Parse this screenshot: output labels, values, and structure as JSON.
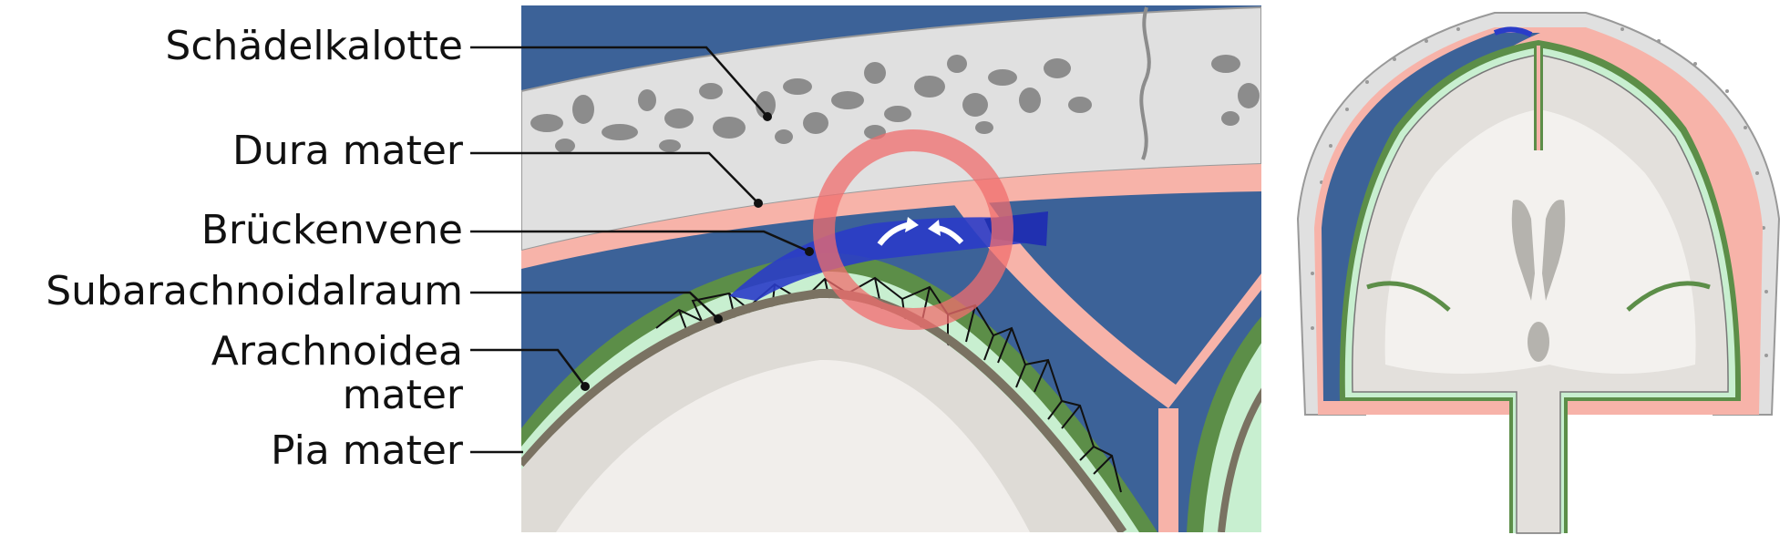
{
  "labels": {
    "skull": "Schädelkalotte",
    "dura": "Dura mater",
    "bridging_vein": "Brückenvene",
    "subarachnoid": "Subarachnoidalraum",
    "arachnoid_line1": "Arachnoidea",
    "arachnoid_line2": "mater",
    "pia": "Pia mater"
  },
  "colors": {
    "skull": "#e0e0e0",
    "skull_pores": "#8c8c8c",
    "dura": "#f7b3a9",
    "subdural_space": "#3c6298",
    "vein": "#2a3cc8",
    "arachnoid": "#5c8e48",
    "csf": "#c8efd0",
    "pia": "#7a7262",
    "brain": "#dedbd6",
    "highlight_ring": "#f06e6e"
  }
}
